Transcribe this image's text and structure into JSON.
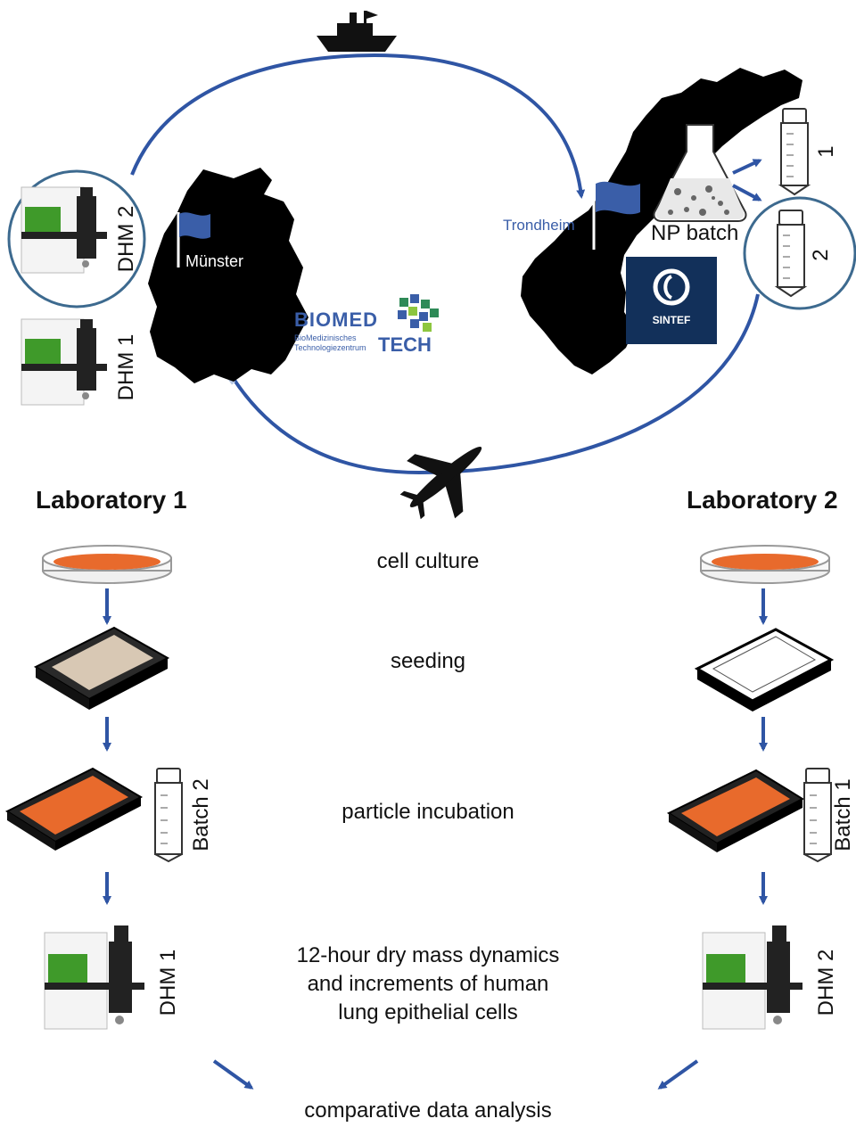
{
  "top": {
    "city_left": "Münster",
    "city_right": "Trondheim",
    "np_batch": "NP batch",
    "tube_1": "1",
    "tube_2": "2",
    "dhm_circle": "DHM 2",
    "dhm_below": "DHM 1",
    "biomed": {
      "big": "BIOMED",
      "small_line1": "BioMedizinisches",
      "small_line2": "Technologiezentrum",
      "tech": "TECH"
    },
    "sintef": "SINTEF"
  },
  "labs": {
    "left": "Laboratory 1",
    "right": "Laboratory 2"
  },
  "steps": {
    "cell_culture": "cell culture",
    "seeding": "seeding",
    "incubation": "particle incubation",
    "dry_mass": [
      "12-hour dry mass dynamics",
      "and increments of human",
      "lung epithelial cells"
    ],
    "analysis": "comparative data analysis"
  },
  "side_labels": {
    "batch_left": "Batch 2",
    "batch_right": "Batch 1",
    "dhm_left": "DHM 1",
    "dhm_right": "DHM 2"
  },
  "colors": {
    "arrow_blue": "#2f55a4",
    "light_arrow": "#b8c8e4",
    "circle_blue": "#3d6a8f",
    "sintef_bg": "#12305a",
    "cell_orange": "#e86a2c",
    "dhm_green": "#3f9a2a"
  }
}
